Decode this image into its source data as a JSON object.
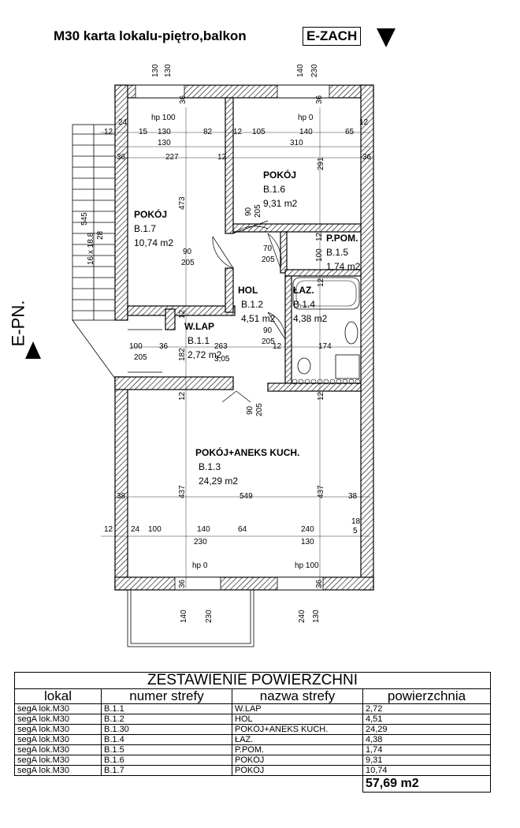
{
  "header": {
    "title": "M30 karta lokalu-piętro,balkon",
    "orientation": "E-ZACH",
    "side_orientation": "E-PN."
  },
  "plan": {
    "rooms": [
      {
        "name": "POKÓJ",
        "code": "B.1.7",
        "area": "10,74 m2"
      },
      {
        "name": "POKÓJ",
        "code": "B.1.6",
        "area": "9,31 m2"
      },
      {
        "name": "P.POM.",
        "code": "B.1.5",
        "area": "1,74 m2"
      },
      {
        "name": "HOL",
        "code": "B.1.2",
        "area": "4,51 m2"
      },
      {
        "name": "ŁAZ.",
        "code": "B.1.4",
        "area": "4,38 m2"
      },
      {
        "name": "W.LAP",
        "code": "B.1.1",
        "area": "2,72 m2"
      },
      {
        "name": "POKÓJ+ANEKS KUCH.",
        "code": "B.1.3",
        "area": "24,29 m2"
      }
    ],
    "stairs_label": "16 x 18,8",
    "stairs_dims": [
      "545",
      "28"
    ],
    "hp_labels": [
      "hp 100",
      "hp 0",
      "hp 0",
      "hp 100"
    ],
    "dims_top": [
      "130",
      "130",
      "140",
      "230"
    ],
    "dims_row1": [
      "12",
      "24",
      "15",
      "130",
      "82",
      "12",
      "105",
      "140",
      "65",
      "12"
    ],
    "dims_row2": [
      "130",
      "310"
    ],
    "dims_row3": [
      "36",
      "227",
      "12",
      "36"
    ],
    "dims_wall_marks": [
      "36",
      "36"
    ],
    "dims_vert": [
      "473",
      "291",
      "437",
      "437",
      "182"
    ],
    "door_labels": [
      "90",
      "205",
      "90",
      "205",
      "70",
      "205",
      "100",
      "12",
      "90",
      "205",
      "90",
      "205",
      "12",
      "12",
      "12",
      "12",
      "90",
      "205"
    ],
    "mid_dims": [
      "100",
      "205",
      "36",
      "263",
      "3,05",
      "12",
      "174"
    ],
    "lower_dims": [
      "38",
      "549",
      "38",
      "12",
      "24",
      "100",
      "140",
      "64",
      "240",
      "18",
      "5",
      "230",
      "130",
      "36",
      "36"
    ],
    "bottom_dims": [
      "140",
      "230",
      "240",
      "130"
    ]
  },
  "table": {
    "title": "ZESTAWIENIE POWIERZCHNI",
    "columns": [
      "lokal",
      "numer strefy",
      "nazwa strefy",
      "powierzchnia"
    ],
    "rows": [
      [
        "segA lok.M30",
        "B.1.1",
        "W.LAP",
        "2,72"
      ],
      [
        "segA lok.M30",
        "B.1.2",
        "HOL",
        "4,51"
      ],
      [
        "segA lok.M30",
        "B.1.30",
        "POKÓJ+ANEKS KUCH.",
        "24,29"
      ],
      [
        "segA lok.M30",
        "B.1.4",
        "ŁAZ.",
        "4,38"
      ],
      [
        "segA lok.M30",
        "B.1.5",
        "P.POM.",
        "1,74"
      ],
      [
        "segA lok.M30",
        "B.1.6",
        "POKÓJ",
        "9,31"
      ],
      [
        "segA lok.M30",
        "B.1.7",
        "POKÓJ",
        "10,74"
      ]
    ],
    "total": "57,69 m2"
  }
}
